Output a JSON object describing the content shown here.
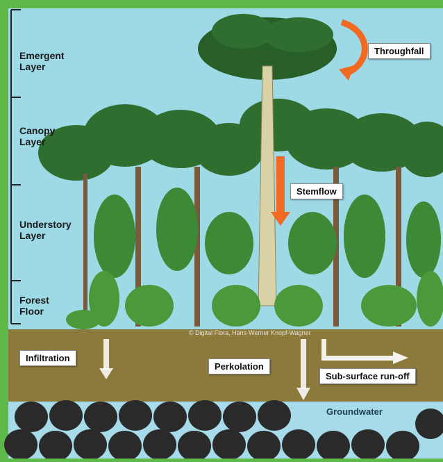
{
  "layers": {
    "emergent": [
      "Emergent",
      "Layer"
    ],
    "canopy": [
      "Canopy",
      "Layer"
    ],
    "understory": [
      "Understory",
      "Layer"
    ],
    "floor": [
      "Forest",
      "Floor"
    ]
  },
  "processes": {
    "throughfall": "Throughfall",
    "stemflow": "Stemflow",
    "infiltration": "Infiltration",
    "percolation": "Perkolation",
    "subsurface": "Sub-surface run-off",
    "groundwater": "Groundwater"
  },
  "credit": "© Digital Flora, Hans-Werner Knopf-Wagner",
  "colors": {
    "frame": "#5fb84a",
    "sky": "#9ed9e6",
    "soil": "#8c7a3d",
    "groundwater": "#a7dbe9",
    "arrow_orange": "#f26a21",
    "arrow_white": "#ffffff"
  }
}
